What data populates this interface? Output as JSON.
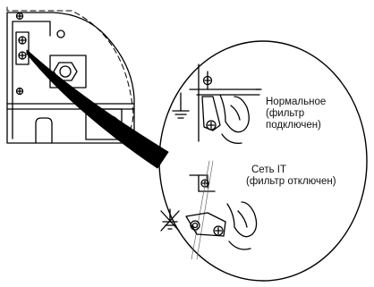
{
  "diagram": {
    "callouts": [
      {
        "id": "normal",
        "lines": [
          "Нормальное",
          "(фильтр",
          "подключен)"
        ]
      },
      {
        "id": "it",
        "lines": [
          "Сеть IT",
          "(фильтр отключен)"
        ]
      }
    ],
    "icons": {
      "ground": "ground-symbol-icon",
      "no_ground": "crossed-out-ground-symbol-icon",
      "screw": "screw-icon"
    }
  }
}
